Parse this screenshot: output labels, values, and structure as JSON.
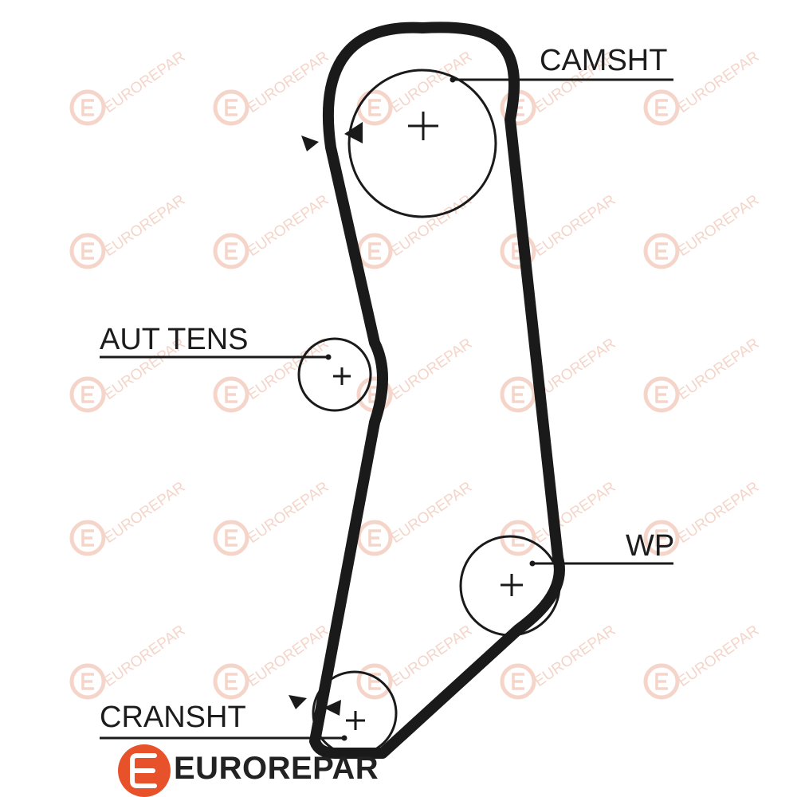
{
  "labels": {
    "camshaft": "CAMSHT",
    "tensioner": "AUT TENS",
    "water_pump": "WP",
    "crankshaft": "CRANSHT"
  },
  "brand": {
    "name": "EUROREPAR",
    "watermark_text": "EUROREPAR",
    "logo_color": "#e8522b"
  },
  "colors": {
    "belt": "#1a1a1a",
    "line": "#1a1a1a",
    "watermark": "#f2c7b7",
    "background": "#ffffff"
  },
  "icons": {
    "pulley_center": "plus-icon",
    "rotation_marker": "triangle-arrow-icon"
  }
}
